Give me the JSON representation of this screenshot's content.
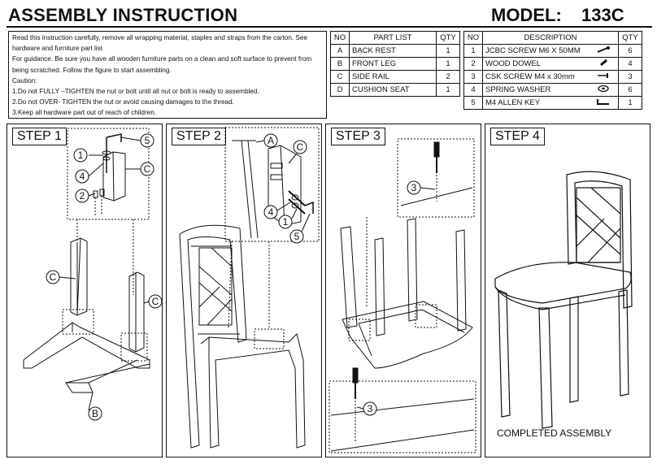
{
  "header": {
    "title": "ASSEMBLY INSTRUCTION",
    "model_label": "MODEL:",
    "model_number": "133C"
  },
  "instructions": [
    "Read this instruction carefully, remove all wrapping material, staples and straps from the carton. See",
    "hardware and furniture part list",
    "For guidance. Be sure you have all wooden furniture parts on a clean and soft surface to prevent from",
    "being scratched. Follow the figure to start assembling.",
    "Caution:",
    "1.Do not FULLY –TIGHTEN the nut or bolt until all nut or bolt is ready to assembled.",
    "2.Do not OVER- TIGHTEN the nut or avoid causing damages to the thread.",
    "3.Keep all hardware part out of reach of children."
  ],
  "part_list": {
    "headers": [
      "NO",
      "PART LIST",
      "QTY"
    ],
    "rows": [
      {
        "no": "A",
        "name": "BACK REST",
        "qty": "1"
      },
      {
        "no": "B",
        "name": "FRONT LEG",
        "qty": "1"
      },
      {
        "no": "C",
        "name": "SIDE RAIL",
        "qty": "2"
      },
      {
        "no": "D",
        "name": "CUSHION SEAT",
        "qty": "1"
      }
    ]
  },
  "hardware_list": {
    "headers": [
      "NO",
      "DESCRIPTION",
      "QTY"
    ],
    "rows": [
      {
        "no": "1",
        "name": "JCBC SCREW M6 X 50MM",
        "icon": "bolt-icon",
        "qty": "6"
      },
      {
        "no": "2",
        "name": "WOOD DOWEL",
        "icon": "dowel-icon",
        "qty": "4"
      },
      {
        "no": "3",
        "name": "CSK SCREW M4 x 30mm",
        "icon": "screw-icon",
        "qty": "3"
      },
      {
        "no": "4",
        "name": "SPRING WASHER",
        "icon": "washer-icon",
        "qty": "6"
      },
      {
        "no": "5",
        "name": "M4 ALLEN KEY",
        "icon": "allen-key-icon",
        "qty": "1"
      }
    ]
  },
  "steps": [
    {
      "label": "STEP 1",
      "callouts": [
        "5",
        "1",
        "4",
        "C",
        "2",
        "C",
        "C",
        "B"
      ]
    },
    {
      "label": "STEP 2",
      "callouts": [
        "A",
        "C",
        "4",
        "1",
        "5"
      ]
    },
    {
      "label": "STEP 3",
      "callouts": [
        "3",
        "3"
      ]
    },
    {
      "label": "STEP 4",
      "caption": "COMPLETED ASSEMBLY"
    }
  ]
}
